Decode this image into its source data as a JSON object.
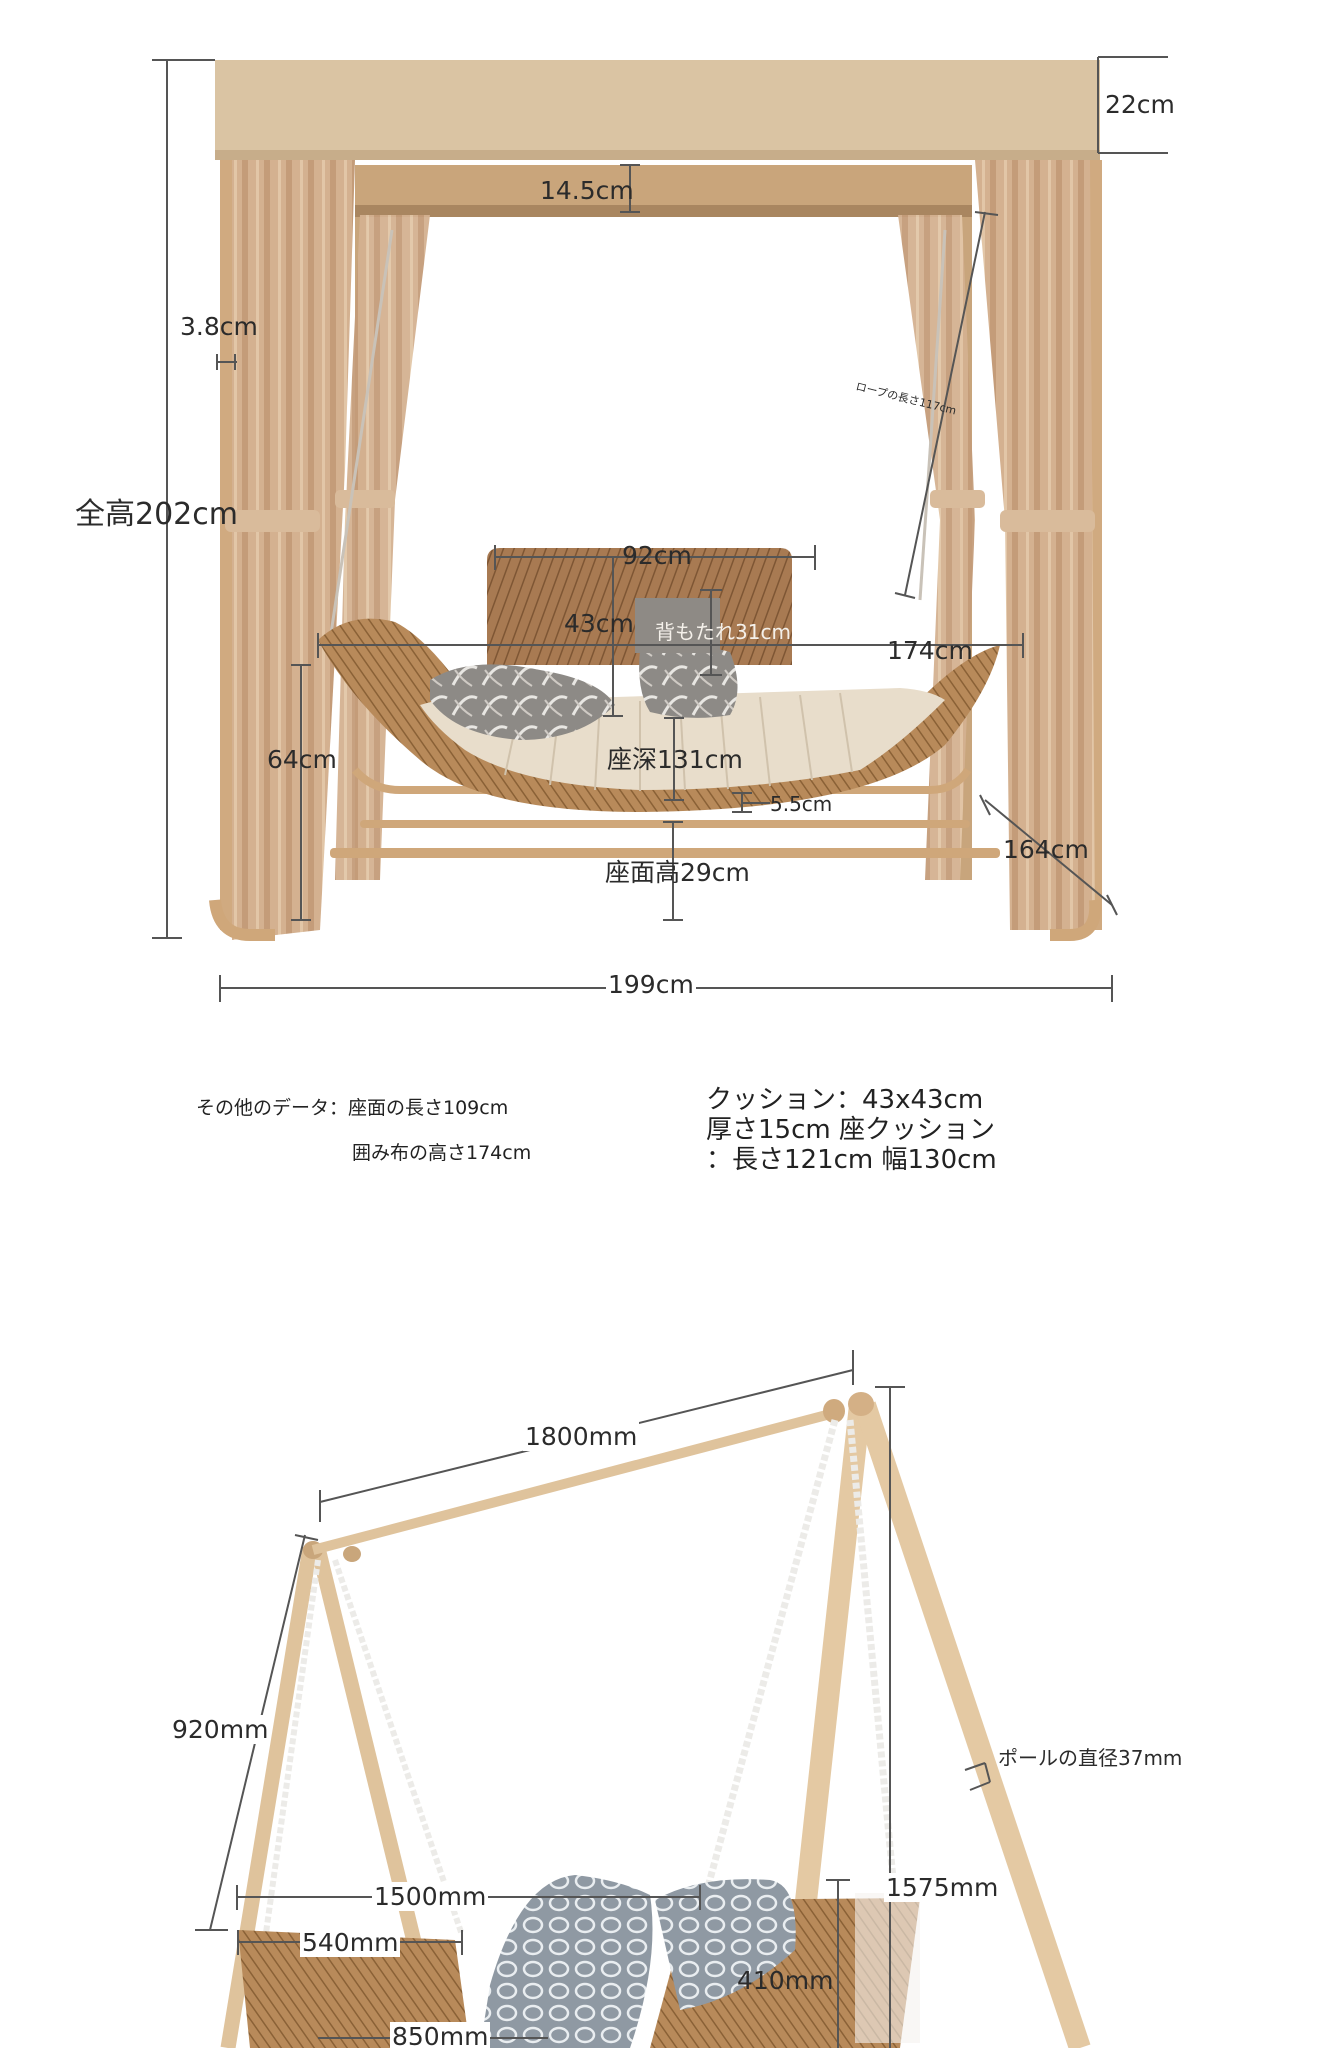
{
  "canopy_figure": {
    "dims": {
      "canopy_height": "22cm",
      "beam": "14.5cm",
      "frame_tube": "3.8cm",
      "total_height": "全高202cm",
      "rope_length": "ロープの長さ117cm",
      "back_width": "92cm",
      "back_height": "43cm",
      "backrest": "背もたれ31cm",
      "seat_width": "174cm",
      "side_height": "64cm",
      "seat_depth": "座深131cm",
      "cushion_thickness": "5.5cm",
      "depth": "164cm",
      "seat_height": "座面高29cm",
      "total_width": "199cm"
    },
    "colors": {
      "canopy": "#d9c3a1",
      "curtain": "#d3b08f",
      "rattan": "#a87a52",
      "cushion": "#e7dccb"
    }
  },
  "notes": {
    "other_data_line1": "その他のデータ：座面の長さ109cm",
    "other_data_line2": "囲み布の高さ174cm",
    "cushion_line1": "クッション：43x43cm",
    "cushion_line2": "厚さ15cm 座クッション",
    "cushion_line3": "：長さ121cm 幅130cm"
  },
  "aframe_figure": {
    "dims": {
      "top_length": "1800mm",
      "side_height": "920mm",
      "pole_diameter": "ポールの直径37mm",
      "total_height": "1575mm",
      "seat_width": "1500mm",
      "seat_depth": "540mm",
      "back_height": "410mm",
      "bottom": "850mm"
    },
    "colors": {
      "wood": "#e3c9a4",
      "rope": "#efefec",
      "rattan": "#b78857",
      "pillow": "#9aa3ac"
    }
  }
}
